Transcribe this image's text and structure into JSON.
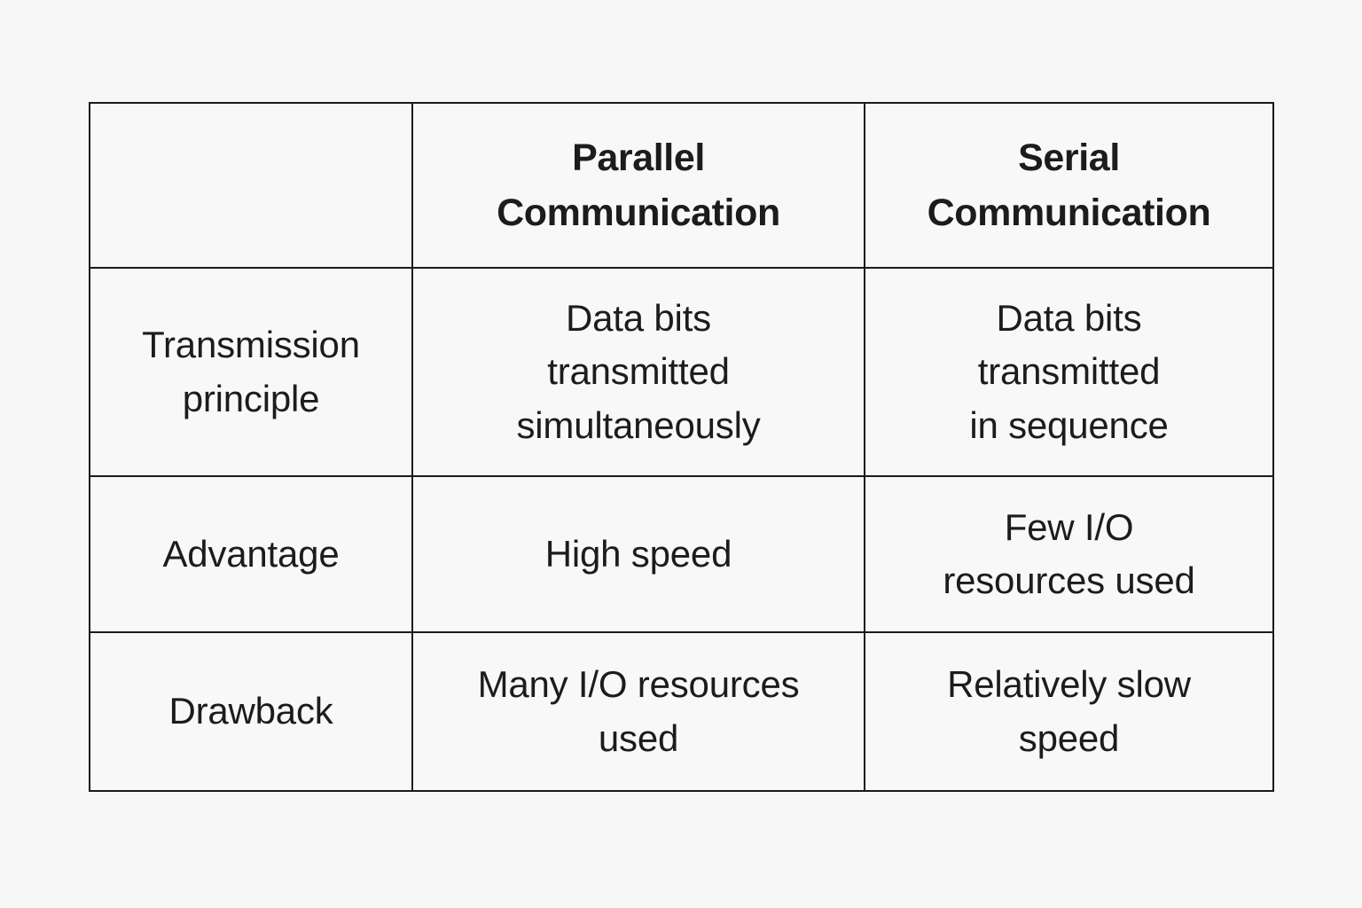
{
  "table": {
    "columns": [
      {
        "key": "attribute",
        "header": ""
      },
      {
        "key": "parallel",
        "header": "Parallel\nCommunication"
      },
      {
        "key": "serial",
        "header": "Serial\nCommunication"
      }
    ],
    "rows": [
      {
        "attribute": "Transmission\nprinciple",
        "parallel": "Data bits\ntransmitted\nsimultaneously",
        "serial": "Data bits\ntransmitted\nin sequence"
      },
      {
        "attribute": "Advantage",
        "parallel": "High speed",
        "serial": "Few I/O\nresources used"
      },
      {
        "attribute": "Drawback",
        "parallel": "Many I/O resources\nused",
        "serial": "Relatively slow\nspeed"
      }
    ]
  },
  "colors": {
    "background": "#f7f7f7",
    "cell_background": "#f8f8f8",
    "border": "#1a1a1a",
    "text": "#1c1c1c"
  }
}
